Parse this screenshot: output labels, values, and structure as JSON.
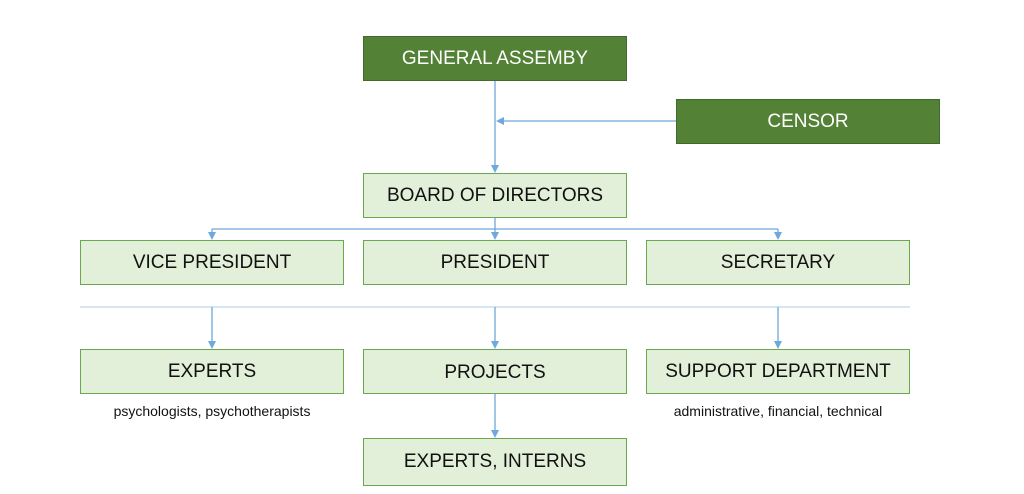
{
  "nodes": {
    "general_assembly": "GENERAL ASSEMBY",
    "censor": "CENSOR",
    "board_of_directors": "BOARD OF DIRECTORS",
    "vice_president": "VICE PRESIDENT",
    "president": "PRESIDENT",
    "secretary": "SECRETARY",
    "experts": "EXPERTS",
    "projects": "PROJECTS",
    "support_department": "SUPPORT DEPARTMENT",
    "experts_interns": "EXPERTS, INTERNS"
  },
  "captions": {
    "experts": "psychologists, psychotherapists",
    "support_department": "administrative, financial, technical"
  },
  "colors": {
    "dark_fill": "#538135",
    "light_fill": "#e2efd9",
    "connector": "#6fa8dc",
    "divider": "#bdd7ee"
  }
}
